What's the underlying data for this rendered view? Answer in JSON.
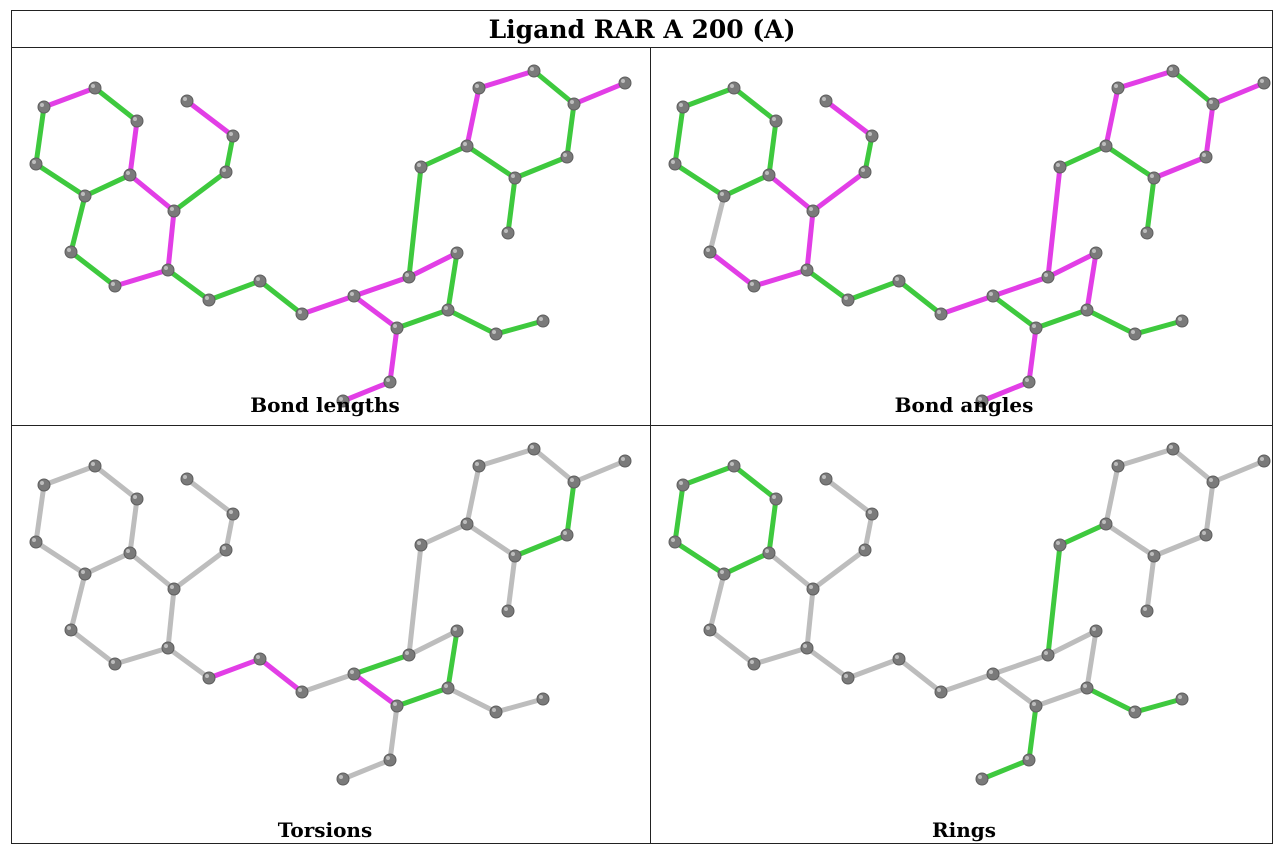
{
  "title": "Ligand RAR A 200 (A)",
  "colors": {
    "green": "#3ec93e",
    "magenta": "#e23ee6",
    "gray": "#bdbdbd",
    "atom": "#7a7a7a"
  },
  "panels": [
    {
      "caption": "Bond lengths",
      "bond_colors": [
        "M",
        "G",
        "M",
        "G",
        "G",
        "G",
        "M",
        "M",
        "M",
        "G",
        "G",
        "G",
        "G",
        "M",
        "G",
        "G",
        "G",
        "M",
        "M",
        "M",
        "G",
        "G",
        "M",
        "G",
        "G",
        "M",
        "M",
        "G",
        "G",
        "M",
        "M",
        "G",
        "G",
        "G",
        "G",
        "G"
      ]
    },
    {
      "caption": "Bond angles",
      "bond_colors": [
        "G",
        "G",
        "G",
        "G",
        "G",
        "G",
        "M",
        "M",
        "M",
        "M",
        "S",
        "M",
        "G",
        "M",
        "G",
        "G",
        "G",
        "M",
        "M",
        "M",
        "M",
        "G",
        "G",
        "G",
        "G",
        "M",
        "M",
        "M",
        "G",
        "M",
        "M",
        "G",
        "M",
        "M",
        "G",
        "G"
      ]
    },
    {
      "caption": "Torsions",
      "bond_colors": [
        "S",
        "S",
        "S",
        "S",
        "S",
        "S",
        "S",
        "S",
        "S",
        "S",
        "S",
        "S",
        "S",
        "S",
        "S",
        "M",
        "M",
        "S",
        "G",
        "S",
        "G",
        "G",
        "M",
        "S",
        "S",
        "S",
        "S",
        "S",
        "S",
        "S",
        "S",
        "S",
        "G",
        "G",
        "S",
        "S"
      ]
    },
    {
      "caption": "Rings",
      "bond_colors": [
        "G",
        "G",
        "G",
        "G",
        "G",
        "G",
        "S",
        "S",
        "S",
        "S",
        "S",
        "S",
        "S",
        "S",
        "S",
        "S",
        "S",
        "S",
        "S",
        "S",
        "S",
        "S",
        "S",
        "G",
        "G",
        "G",
        "G",
        "G",
        "G",
        "S",
        "S",
        "S",
        "S",
        "S",
        "S",
        "S"
      ]
    }
  ]
}
